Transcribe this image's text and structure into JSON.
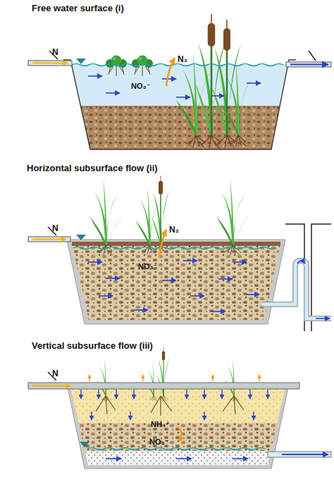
{
  "diagram": {
    "labels": [
      "Free water surface (i)",
      "N",
      "N₂",
      "NO₃⁻",
      "Horizontal subsurface flow (ii)",
      "N",
      "N₂",
      "NO₃⁻",
      "Vertical subsurface flow (iii)",
      "N",
      "NH₄⁺",
      "NO₃⁻"
    ]
  }
}
